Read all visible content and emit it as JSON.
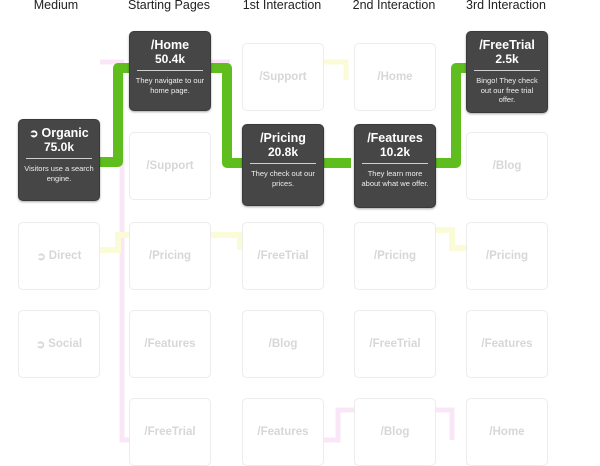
{
  "columns": [
    "Medium",
    "Starting Pages",
    "1st Interaction",
    "2nd Interaction",
    "3rd Interaction"
  ],
  "colors": {
    "path": "#5fbd1e",
    "active": "#464646",
    "faded": "#d7d7d7"
  },
  "active": {
    "organic": {
      "title": "Organic",
      "value": "75.0k",
      "desc": "Visitors use a search engine.",
      "icon": "circle-arrow-icon"
    },
    "home": {
      "title": "/Home",
      "value": "50.4k",
      "desc": "They navigate to our home page."
    },
    "pricing": {
      "title": "/Pricing",
      "value": "20.8k",
      "desc": "They check out our prices."
    },
    "features": {
      "title": "/Features",
      "value": "10.2k",
      "desc": "They learn more about what we offer."
    },
    "freetrial": {
      "title": "/FreeTrial",
      "value": "2.5k",
      "desc": "Bingo! They check out our free trial offer."
    }
  },
  "medium": [
    {
      "label": "Direct",
      "icon": "circle-arrow-icon"
    },
    {
      "label": "Social",
      "icon": "circle-arrow-icon"
    }
  ],
  "starting": [
    "/Support",
    "/Pricing",
    "/Features",
    "/FreeTrial"
  ],
  "first": [
    "/Support",
    "/FreeTrial",
    "/Blog",
    "/Features"
  ],
  "second": [
    "/Home",
    "/Pricing",
    "/FreeTrial",
    "/Blog"
  ],
  "third": [
    "/Blog",
    "/Pricing",
    "/Features",
    "/Home"
  ]
}
